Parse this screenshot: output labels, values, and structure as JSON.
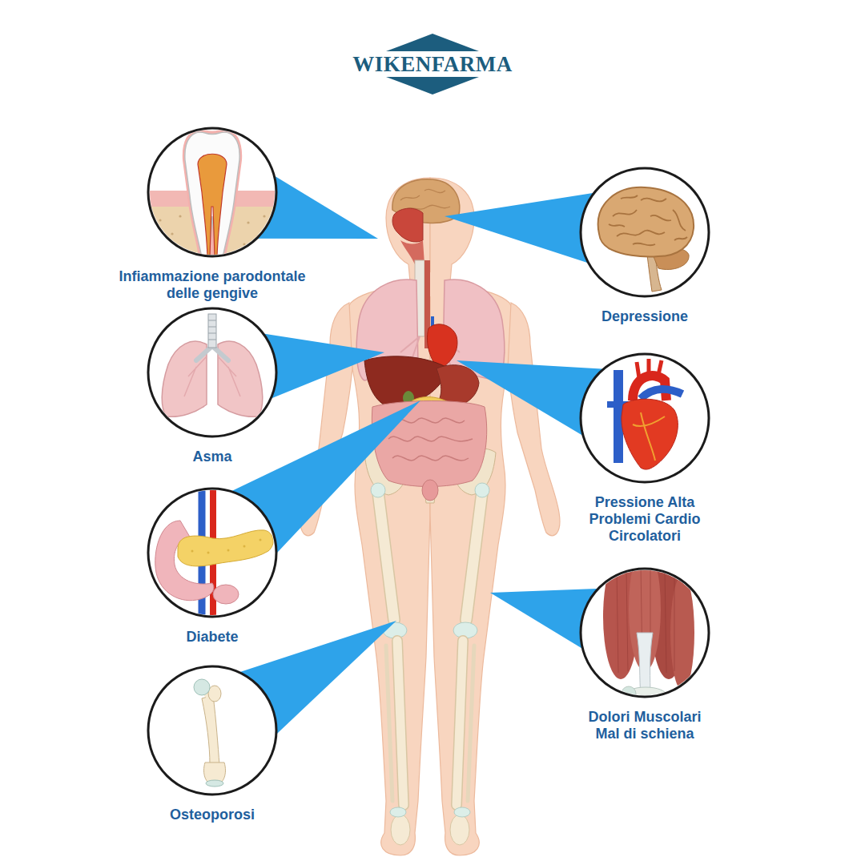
{
  "diagram": {
    "title": "WIKENFARMA",
    "nodes": [
      {
        "text": [
          "Infiammazione parodontale delle gengive"
        ]
      },
      {
        "text": [
          "Depressione"
        ]
      },
      {
        "text": [
          "Asma"
        ]
      },
      {
        "text": [
          "Pressione Alta Problemi Cardio Circolatori"
        ]
      },
      {
        "text": [
          "Diabete"
        ]
      },
      {
        "text": [
          "Dolori Muscolari Mal di schiena"
        ]
      },
      {
        "text": [
          "Osteoporosi"
        ]
      }
    ]
  }
}
